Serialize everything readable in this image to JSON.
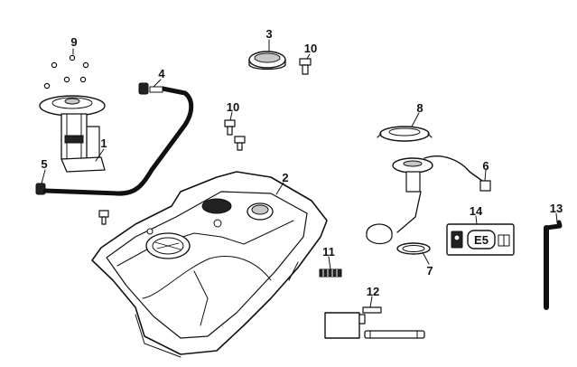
{
  "diagram": {
    "callouts": [
      "1",
      "2",
      "3",
      "4",
      "5",
      "6",
      "7",
      "8",
      "9",
      "10",
      "10",
      "11",
      "12",
      "13",
      "14"
    ],
    "label14": {
      "badge_text": "E5"
    }
  }
}
